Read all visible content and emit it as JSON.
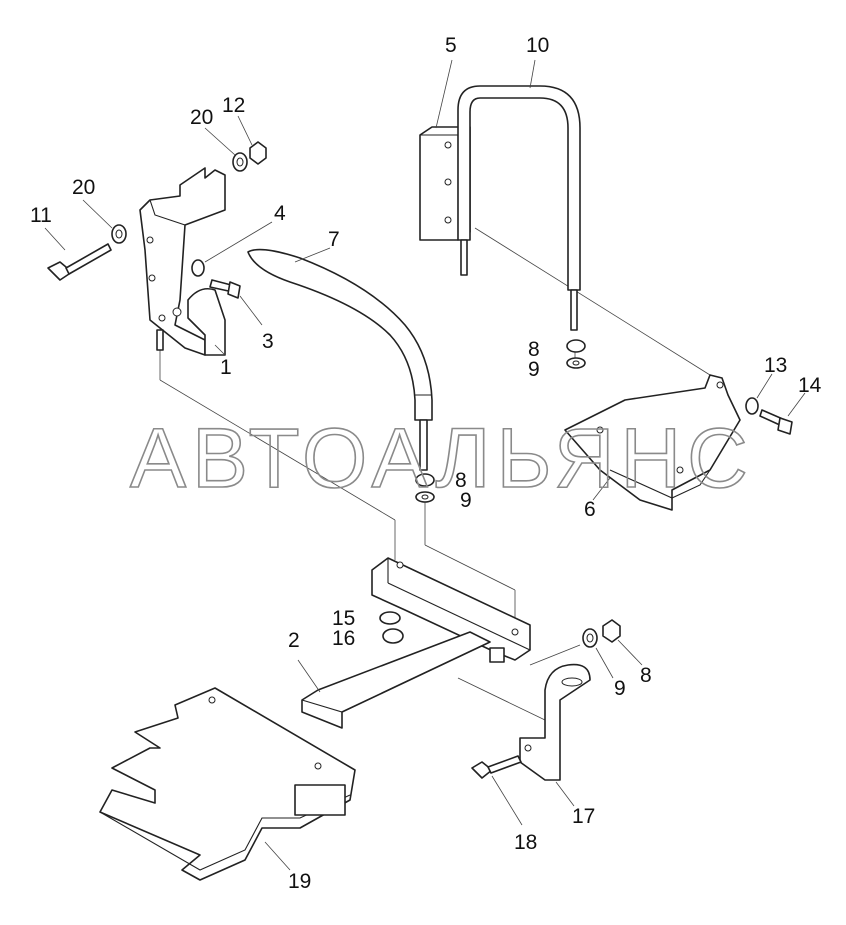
{
  "watermark": "АВТОАЛЬЯНС",
  "labels": {
    "l1": "1",
    "l2": "2",
    "l3": "3",
    "l4": "4",
    "l5": "5",
    "l6": "6",
    "l7": "7",
    "l8a": "8",
    "l8b": "8",
    "l8c": "8",
    "l9a": "9",
    "l9b": "9",
    "l9c": "9",
    "l10": "10",
    "l11": "11",
    "l12": "12",
    "l13": "13",
    "l14": "14",
    "l15": "15",
    "l16": "16",
    "l17": "17",
    "l18": "18",
    "l19": "19",
    "l20a": "20",
    "l20b": "20"
  }
}
